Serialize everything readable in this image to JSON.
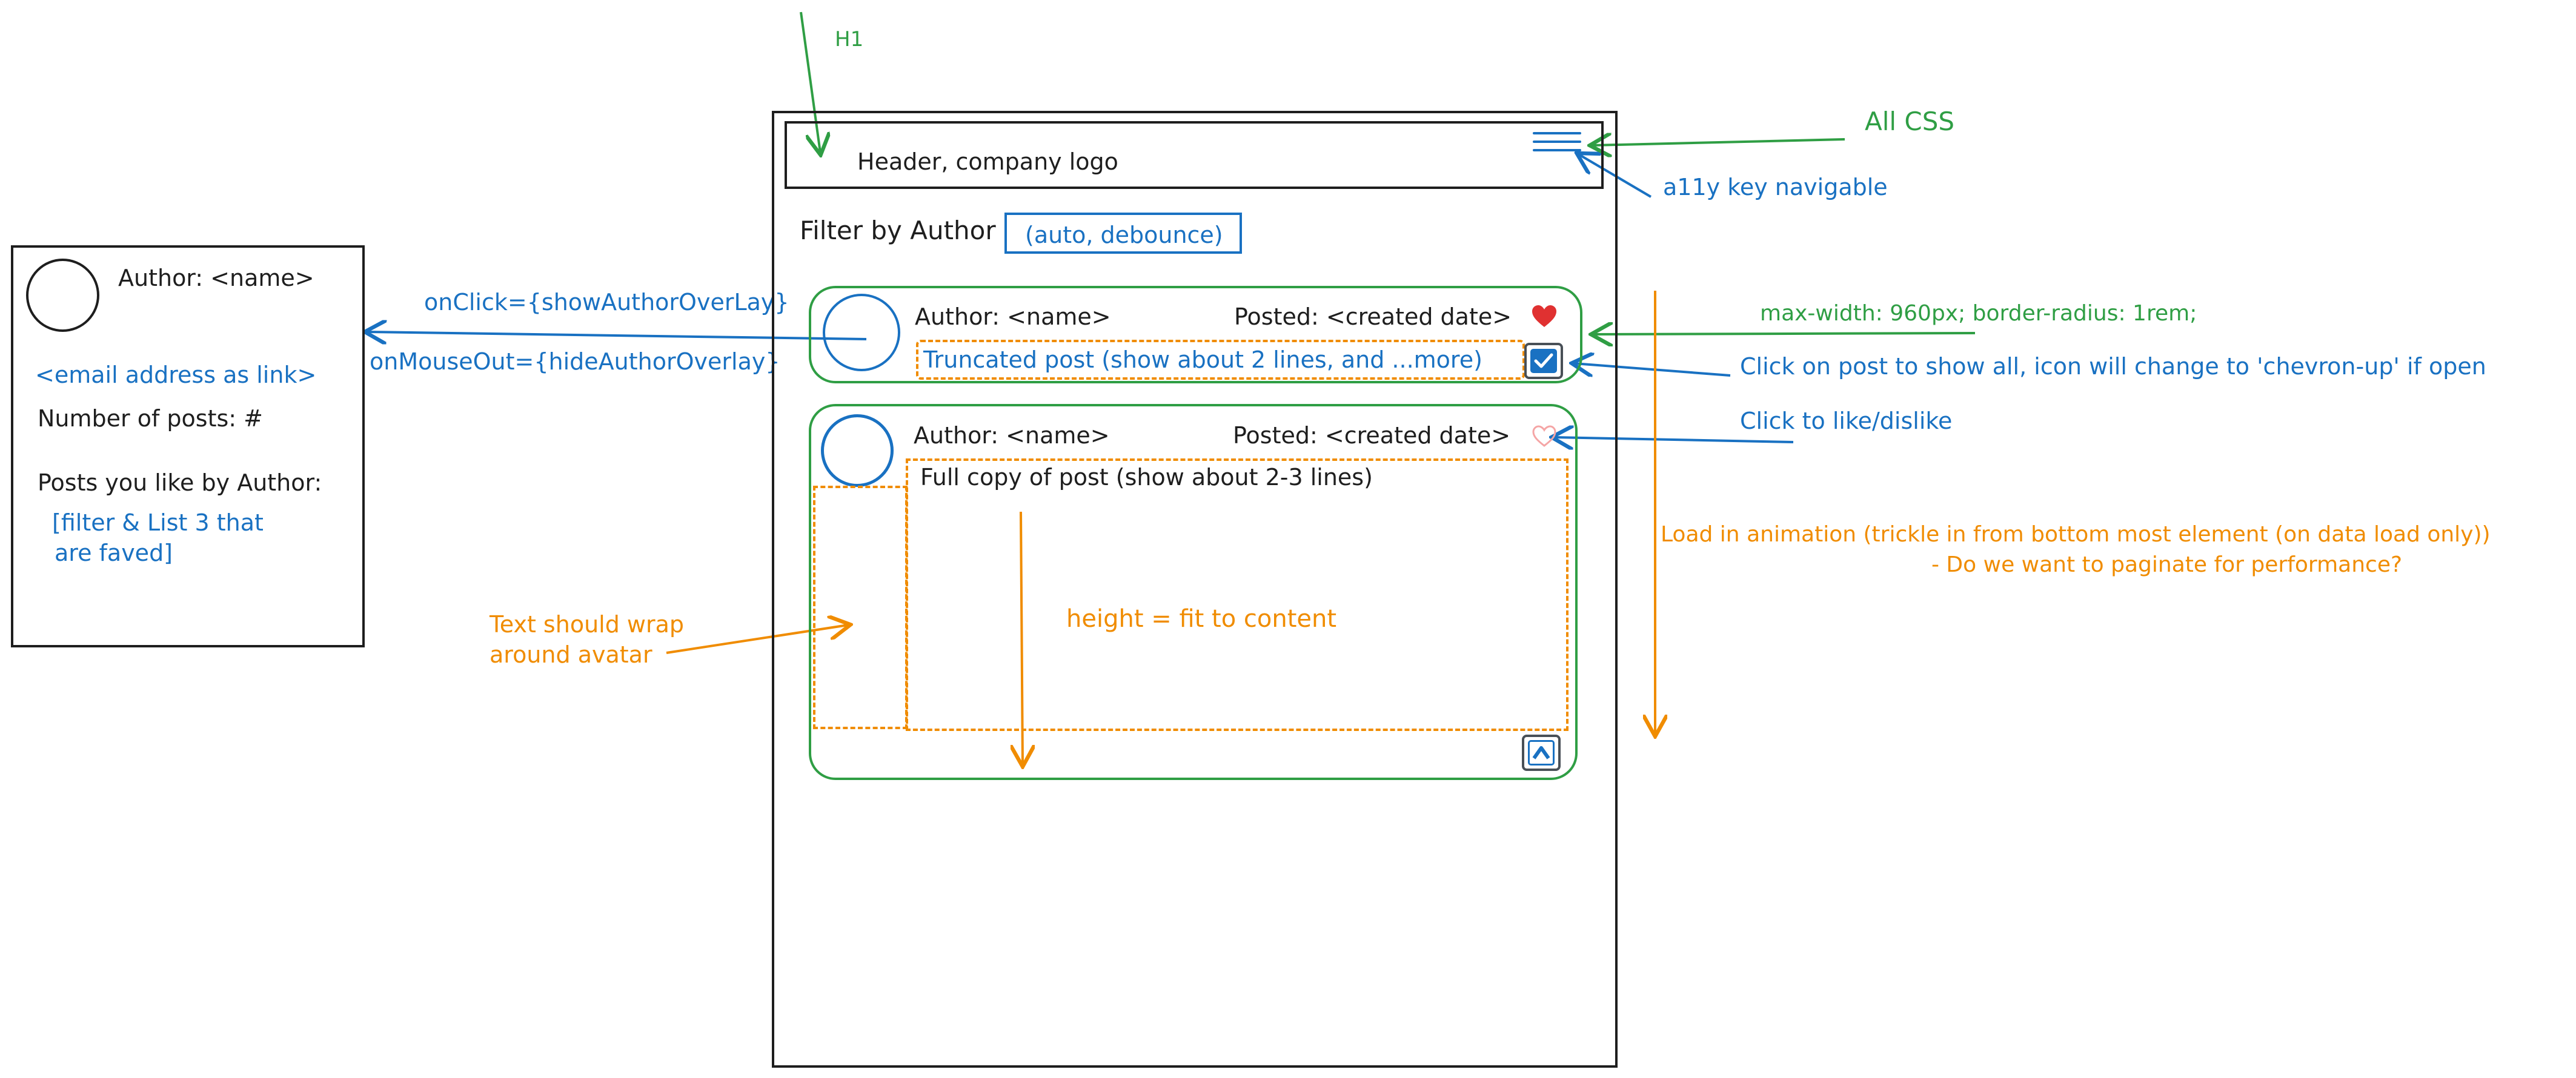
{
  "colors": {
    "black": "#1e1e1e",
    "blue": "#1971c2",
    "green": "#2f9e44",
    "orange": "#f08c00",
    "like_red": "#e03131"
  },
  "annotations": {
    "h1": "H1",
    "all_css": "All CSS",
    "a11y": "a11y key navigable",
    "max_width": "max-width: 960px; border-radius: 1rem;",
    "click_post": "Click on post to show all, icon will change to 'chevron-up' if open",
    "click_like": "Click to like/dislike",
    "load_anim_line1": "Load in animation (trickle in from bottom most element (on data load only))",
    "load_anim_line2": "- Do we want to paginate for performance?",
    "on_click": "onClick={showAuthorOverLay}",
    "on_mouse_out": "onMouseOut={hideAuthorOverlay}",
    "text_wrap_line1": "Text should wrap",
    "text_wrap_line2": "around avatar",
    "height_fit": "height = fit to content"
  },
  "header": {
    "label": "Header, company logo",
    "menu_icon": "hamburger-icon"
  },
  "filter": {
    "label": "Filter by Author",
    "input_value": "(auto, debounce)"
  },
  "posts": [
    {
      "author": "Author: <name>",
      "posted": "Posted: <created date>",
      "body": "Truncated post (show about 2 lines, and ...more)",
      "liked": true,
      "toggle_icon": "checkbox-icon"
    },
    {
      "author": "Author: <name>",
      "posted": "Posted: <created date>",
      "body": "Full copy of post (show about 2-3 lines)",
      "liked": false,
      "toggle_icon": "chevron-up-icon"
    }
  ],
  "overlay": {
    "author": "Author: <name>",
    "email": "<email address as link>",
    "post_count": "Number of posts: #",
    "liked_heading": "Posts you like by Author:",
    "liked_line1": "[filter & List 3 that",
    "liked_line2": "are faved]"
  }
}
